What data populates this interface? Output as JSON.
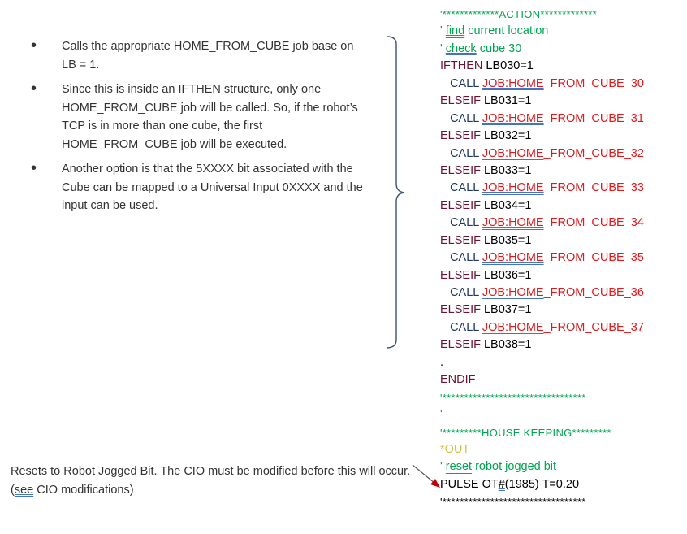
{
  "bullets": [
    "Calls the appropriate HOME_FROM_CUBE job base on LB = 1.",
    "Since this is inside an IFTHEN structure, only one HOME_FROM_CUBE job will be called. So, if the robot’s TCP is in more than one cube, the first HOME_FROM_CUBE job will be executed.",
    "Another option is that the 5XXXX bit associated with the Cube can be mapped to a Universal Input 0XXXX and the input can be used."
  ],
  "note": {
    "before": "Resets to Robot Jogged Bit. The CIO must be modified before this will occur. (",
    "link": "see",
    "after": " CIO modifications)"
  },
  "code": {
    "action_header": "'*************ACTION*************",
    "comment1": {
      "tick": "' ",
      "word": "find",
      "rest": " current location"
    },
    "comment2": {
      "tick": "' ",
      "word": "check",
      "rest": " cube 30"
    },
    "ifthen": {
      "kw": "IFTHEN",
      "cond": " LB030=1"
    },
    "call_kw": "   CALL ",
    "job_prefix": "JOB:HOME",
    "elseif_kw": "ELSEIF",
    "branches": [
      {
        "cond": " LB031=1"
      },
      {
        "cond": " LB032=1"
      },
      {
        "cond": " LB033=1"
      },
      {
        "cond": " LB034=1"
      },
      {
        "cond": " LB035=1"
      },
      {
        "cond": " LB036=1"
      },
      {
        "cond": " LB037=1"
      },
      {
        "cond": " LB038=1"
      }
    ],
    "calls": [
      "_FROM_CUBE_30",
      "_FROM_CUBE_31",
      "_FROM_CUBE_32",
      "_FROM_CUBE_33",
      "_FROM_CUBE_34",
      "_FROM_CUBE_35",
      "_FROM_CUBE_36",
      "_FROM_CUBE_37"
    ],
    "dot": ".",
    "endif": "ENDIF",
    "stars_line": "'*********************************",
    "tick_line": "'",
    "housekeeping": "'*********HOUSE KEEPING*********",
    "out": "*OUT",
    "comment3": {
      "tick": "' ",
      "word": "reset",
      "rest": " robot jogged bit"
    },
    "pulse": {
      "a": "PULSE OT",
      "b": "#",
      "c": "(1985) T=0.20"
    },
    "end_stars": "'*********************************"
  },
  "colors": {
    "comment": "#00a650",
    "keyword": "#6b1432",
    "call": "#1f3864",
    "job": "#e0191c",
    "out_label": "#d4c24a"
  }
}
